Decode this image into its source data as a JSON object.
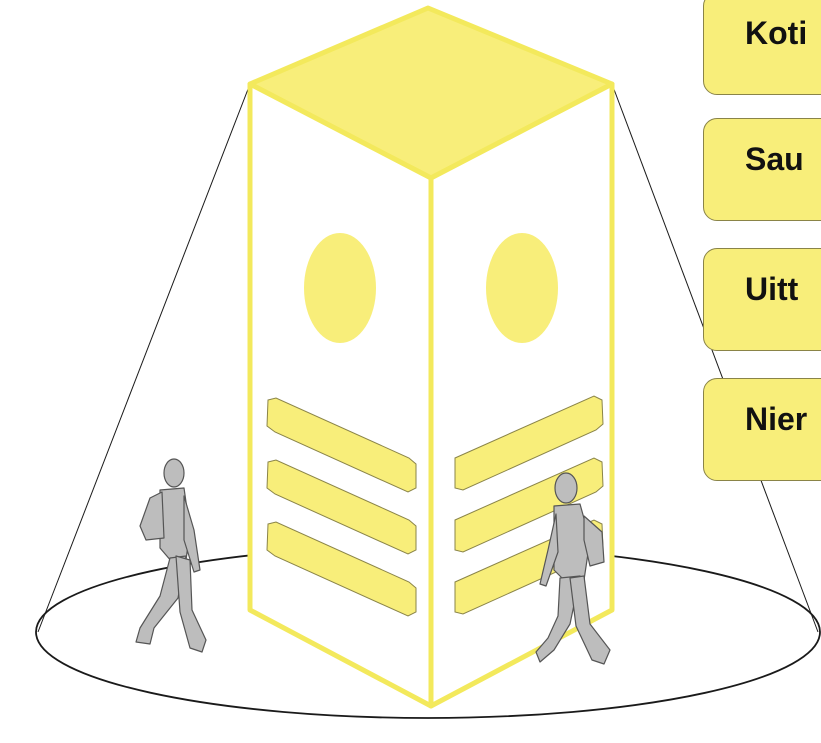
{
  "colors": {
    "tower_fill": "#f8ee7a",
    "tower_outline": "#f3e95c",
    "line": "#1a1a1a",
    "person": "#bdbdbd"
  },
  "labels": [
    {
      "text": "Koti"
    },
    {
      "text": "Sau"
    },
    {
      "text": "Uitt"
    },
    {
      "text": "Nier"
    }
  ]
}
